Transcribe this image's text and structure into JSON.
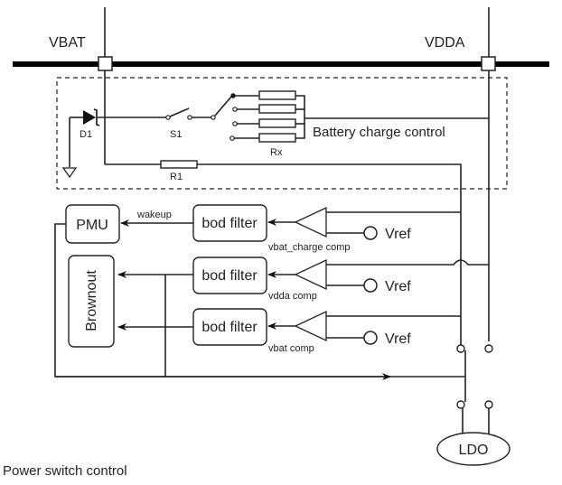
{
  "diagram": {
    "rails": {
      "vbat_label": "VBAT",
      "vdda_label": "VDDA"
    },
    "charge_block": {
      "title": "Battery charge control",
      "diode_label": "D1",
      "switch_label": "S1",
      "resistor_array_label": "Rx",
      "resistor_label": "R1"
    },
    "blocks": {
      "pmu": "PMU",
      "brownout": "Brownout",
      "ldo": "LDO"
    },
    "channels": [
      {
        "filter_label": "bod filter",
        "comp_label": "vbat_charge comp",
        "ref_label": "Vref",
        "output_label": "wakeup"
      },
      {
        "filter_label": "bod filter",
        "comp_label": "vdda comp",
        "ref_label": "Vref",
        "output_label": ""
      },
      {
        "filter_label": "bod filter",
        "comp_label": "vbat comp",
        "ref_label": "Vref",
        "output_label": ""
      }
    ],
    "caption": "Power switch control",
    "colors": {
      "line": "#222222",
      "bus": "#000000",
      "background": "#ffffff"
    }
  }
}
